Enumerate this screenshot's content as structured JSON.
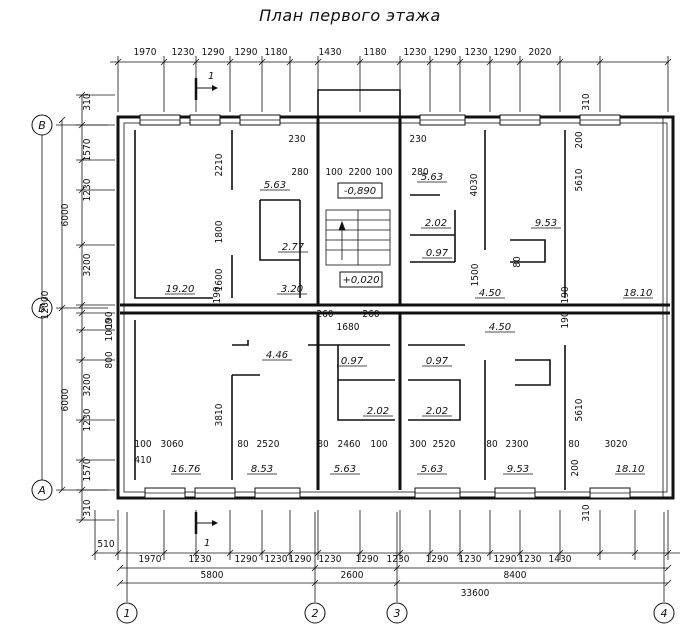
{
  "title": "План первого этажа",
  "top_dims": [
    "1970",
    "1230",
    "1290",
    "1290",
    "1180",
    "1430",
    "1180",
    "1230",
    "1290",
    "1230",
    "1290",
    "2020"
  ],
  "bottom_dims_row1": [
    "510",
    "1970",
    "1230",
    "1290",
    "1230",
    "1290",
    "1230",
    "1290",
    "1230",
    "1290",
    "1230",
    "1290",
    "1230",
    "1430"
  ],
  "bottom_dims_row2": [
    "5800",
    "2600",
    "8400"
  ],
  "bottom_total": "33600",
  "left_dims_inner": [
    "310",
    "1570",
    "1230",
    "3200",
    "190",
    "1000",
    "800",
    "3200",
    "1230",
    "1570",
    "310"
  ],
  "left_dims_mid": [
    "6000",
    "6000"
  ],
  "left_total": "12000",
  "axis_rows": [
    "В",
    "Б",
    "А"
  ],
  "axis_cols": [
    "1",
    "2",
    "3",
    "4"
  ],
  "section_mark": "1",
  "levels": [
    "-0,890",
    "+0,020"
  ],
  "room_areas": [
    "5.63",
    "2.77",
    "3.20",
    "19.20",
    "5.63",
    "2.02",
    "0.97",
    "9.53",
    "4.50",
    "18.10",
    "4.46",
    "0.97",
    "0.97",
    "2.02",
    "2.02",
    "4.50",
    "16.76",
    "8.53",
    "5.63",
    "5.63",
    "9.53",
    "18.10"
  ],
  "inner_dims": [
    "230",
    "230",
    "280",
    "100",
    "2200",
    "100",
    "280",
    "2210",
    "1800",
    "1600",
    "190",
    "4030",
    "5610",
    "1500",
    "80",
    "200",
    "190",
    "190",
    "260",
    "260",
    "1680",
    "5610",
    "3810",
    "100",
    "3060",
    "410",
    "80",
    "2520",
    "80",
    "2460",
    "100",
    "300",
    "2520",
    "80",
    "2300",
    "80",
    "3020",
    "200",
    "310",
    "310"
  ]
}
